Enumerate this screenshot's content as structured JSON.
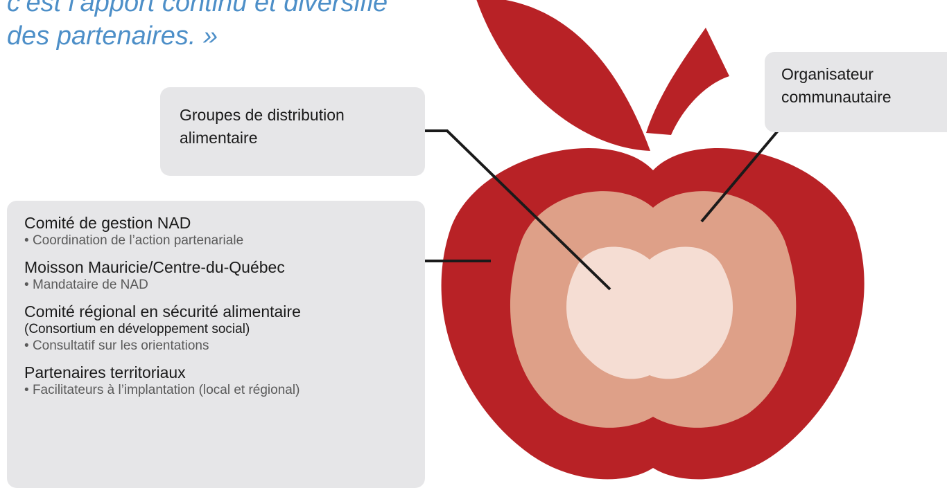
{
  "quote": {
    "line1": "c’est l’apport continu et diversifié",
    "line2": "des partenaires. »"
  },
  "colors": {
    "apple_outer": "#b82226",
    "apple_middle": "#dea088",
    "apple_inner": "#f5ddd3",
    "box_bg": "#e6e6e8",
    "quote_text": "#4d8fc8"
  },
  "callouts": {
    "distribution": {
      "label_line1": "Groupes de distribution",
      "label_line2": "alimentaire"
    },
    "organisateur": {
      "label_line1": "Organisateur",
      "label_line2": "communautaire"
    }
  },
  "partners": [
    {
      "title": "Comité de gestion NAD",
      "bullet": "Coordination de l’action partenariale"
    },
    {
      "title": "Moisson Mauricie/Centre-du-Québec",
      "bullet": "Mandataire de NAD"
    },
    {
      "title": "Comité régional en sécurité alimentaire",
      "subtitle": "(Consortium en développement social)",
      "bullet": "Consultatif sur les orientations"
    },
    {
      "title": "Partenaires territoriaux",
      "bullet": "Facilitateurs à l’implantation (local et régional)"
    }
  ],
  "bullet_symbol": "•"
}
